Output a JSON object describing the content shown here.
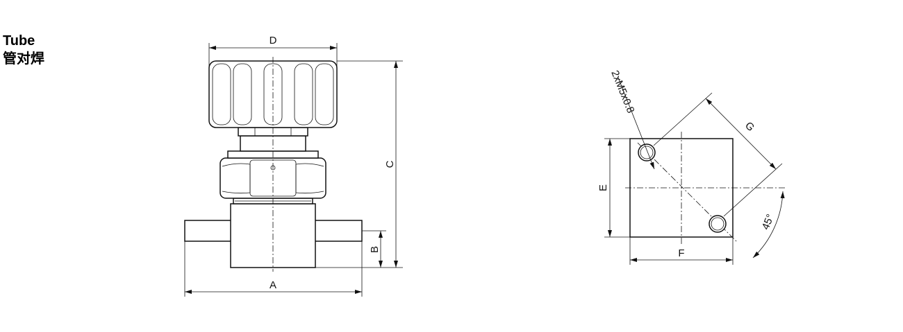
{
  "title": {
    "line1": "Tube",
    "line2": "管对焊"
  },
  "dimensions": {
    "A": "A",
    "B": "B",
    "C": "C",
    "D": "D",
    "E": "E",
    "F": "F",
    "G": "G",
    "angle": "45°",
    "thread": "2xM5x0.8"
  }
}
